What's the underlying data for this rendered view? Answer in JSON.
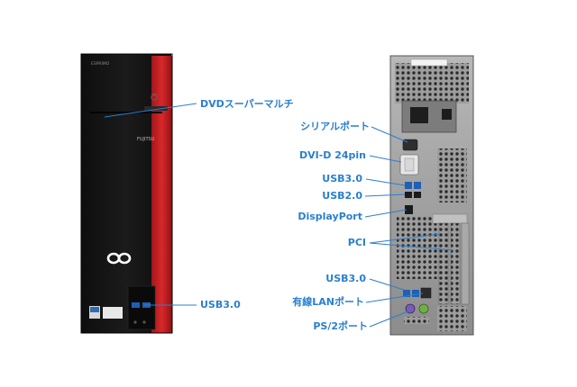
{
  "front": {
    "brand_top": "ESPRIMO",
    "brand_side": "FUJITSU"
  },
  "labels": {
    "dvd": "DVDスーパーマルチ",
    "usb_front": "USB3.0",
    "serial": "シリアルポート",
    "dvi": "DVI-D 24pin",
    "usb30_top": "USB3.0",
    "usb20": "USB2.0",
    "displayport": "DisplayPort",
    "pci": "PCI",
    "usb30_bottom": "USB3.0",
    "lan": "有線LANポート",
    "ps2": "PS/2ポート"
  },
  "colors": {
    "label": "#2a7fcf",
    "chassis_red": "#c8201f",
    "chassis_black": "#141414",
    "rear_metal": "#9a9a9a"
  }
}
